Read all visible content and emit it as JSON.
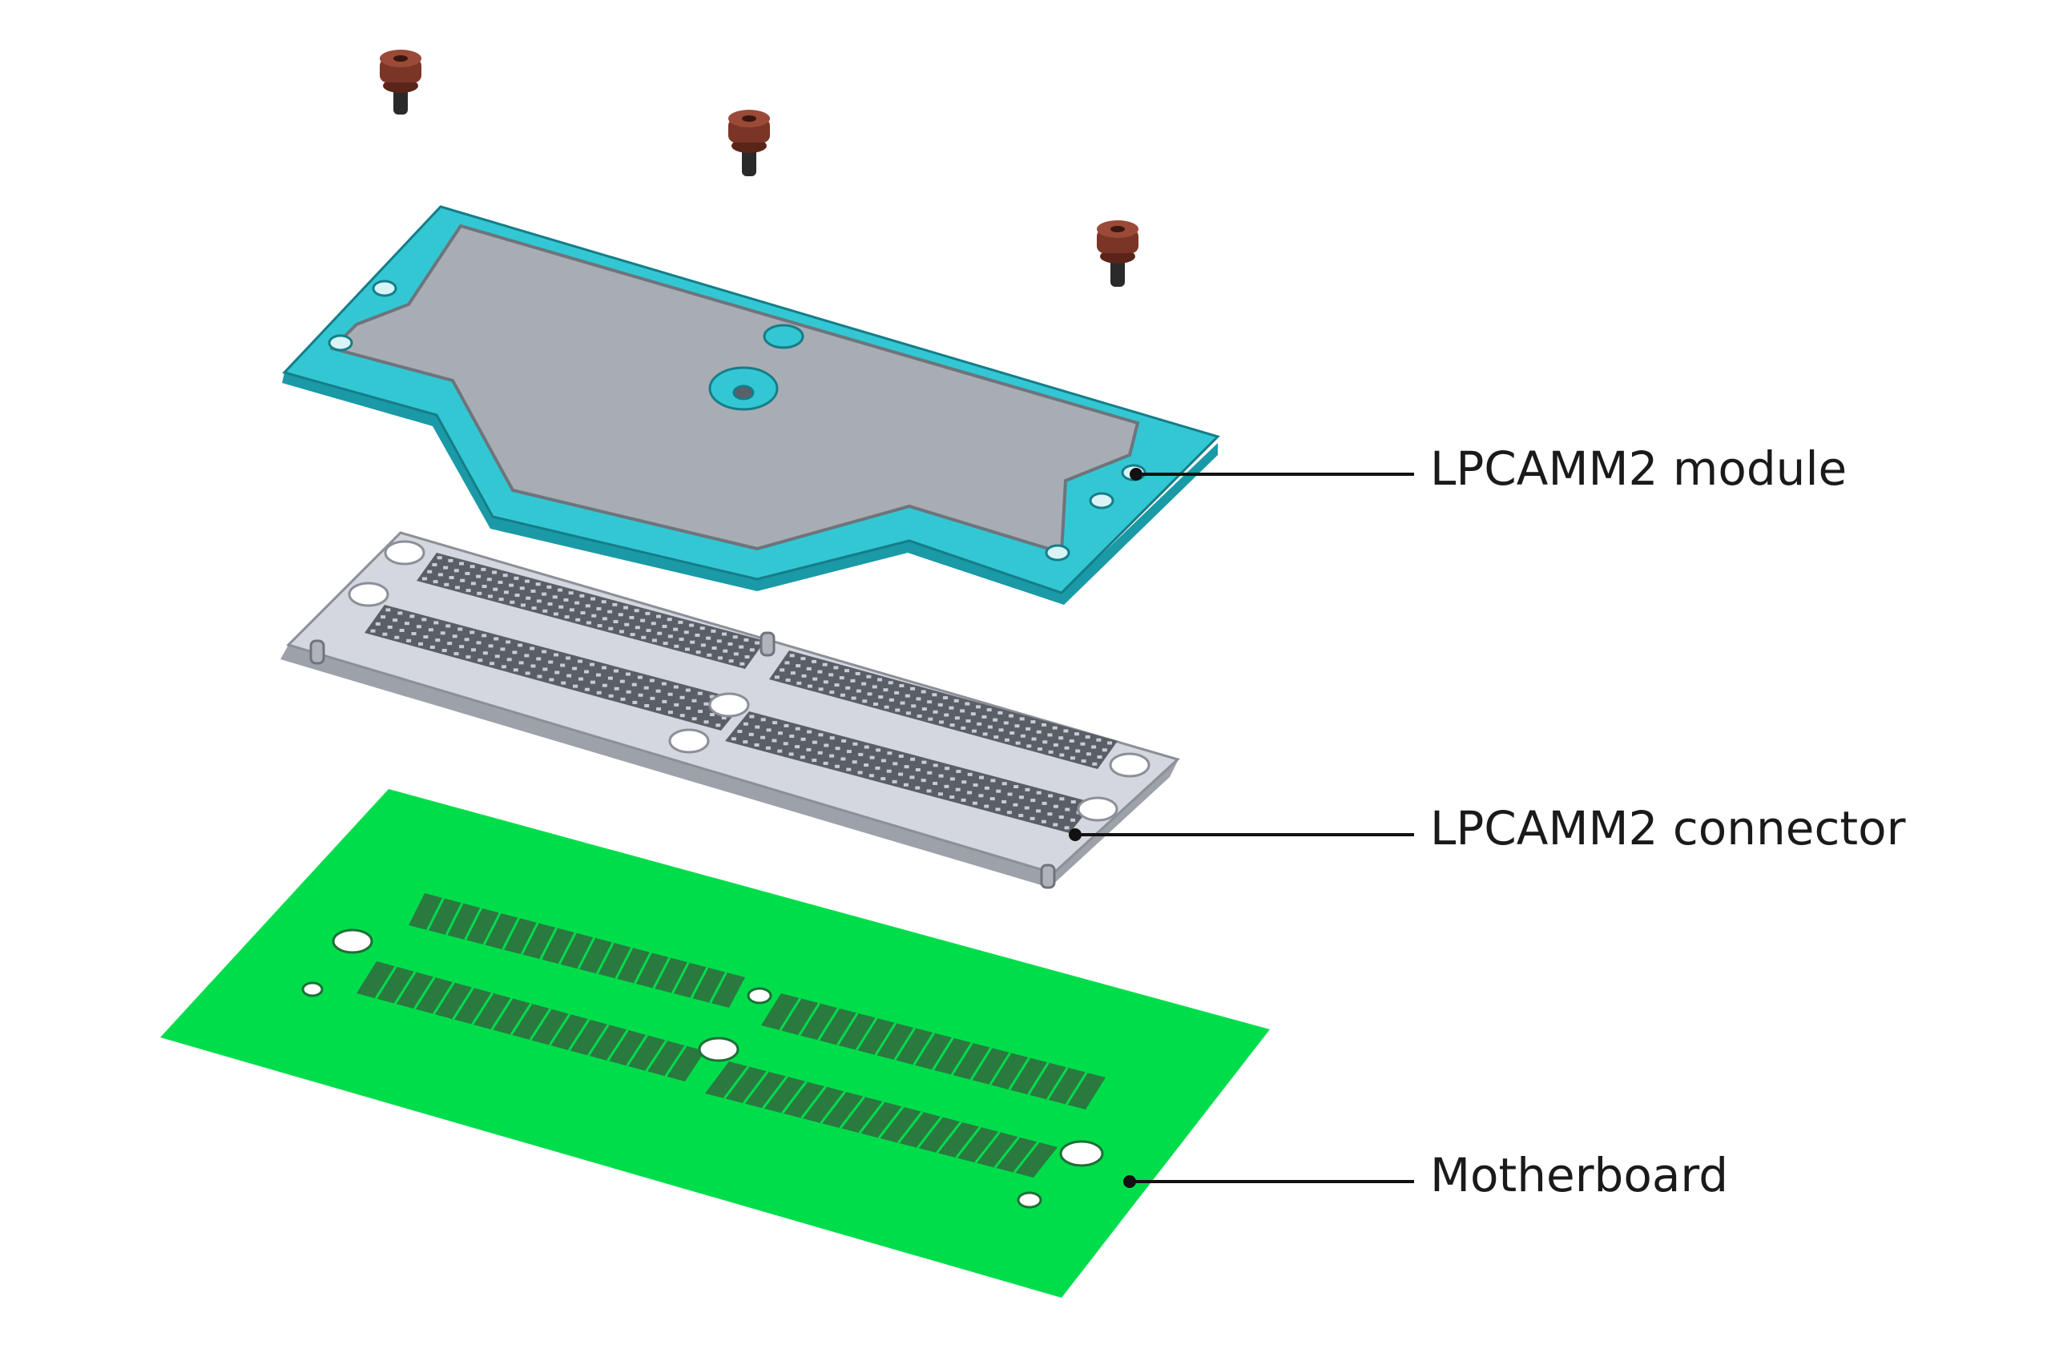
{
  "labels": {
    "module": "LPCAMM2 module",
    "connector": "LPCAMM2 connector",
    "motherboard": "Motherboard"
  },
  "colors": {
    "background": "#ffffff",
    "module_frame": "#33c7d4",
    "module_frame_edge": "#1a9aa6",
    "module_plate": "#a6abb2",
    "module_plate_edge": "#6e747b",
    "connector_body": "#d3d5dc",
    "connector_edge": "#8b8f98",
    "connector_contacts": "#4a4e57",
    "motherboard": "#00dd4b",
    "motherboard_slots": "#1e6e36",
    "screw": "#7a3526",
    "screw_shaft": "#2a2a2a",
    "leader_line": "#111111"
  },
  "icons": [
    "screw-icon"
  ]
}
